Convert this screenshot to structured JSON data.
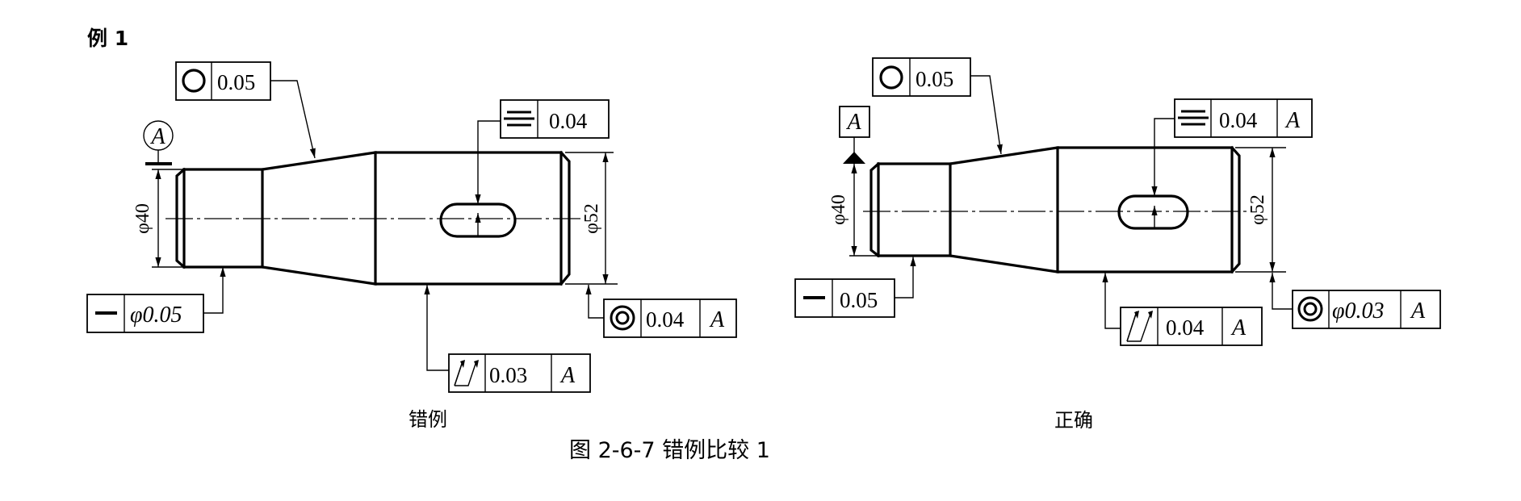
{
  "example_label": "例 1",
  "caption": "图 2-6-7   错例比较 1",
  "wrong": {
    "label": "错例",
    "datum_letter": "A",
    "dim_small": "φ40",
    "dim_large": "φ52",
    "frames": {
      "roundness": {
        "symbol": "roundness-icon",
        "tolerance": "0.05"
      },
      "symmetry": {
        "symbol": "symmetry-icon",
        "tolerance": "0.04"
      },
      "straightness": {
        "symbol": "straightness-icon",
        "tolerance": "φ0.05"
      },
      "concentricity": {
        "symbol": "concentricity-icon",
        "tolerance": "0.04",
        "datum": "A"
      },
      "runout": {
        "symbol": "total-runout-icon",
        "tolerance": "0.03",
        "datum": "A"
      }
    }
  },
  "correct": {
    "label": "正确",
    "datum_letter": "A",
    "dim_small": "φ40",
    "dim_large": "φ52",
    "frames": {
      "roundness": {
        "symbol": "roundness-icon",
        "tolerance": "0.05"
      },
      "symmetry": {
        "symbol": "symmetry-icon",
        "tolerance": "0.04",
        "datum": "A"
      },
      "straightness": {
        "symbol": "straightness-icon",
        "tolerance": "0.05"
      },
      "runout": {
        "symbol": "total-runout-icon",
        "tolerance": "0.04",
        "datum": "A"
      },
      "concentricity": {
        "symbol": "concentricity-icon",
        "tolerance": "φ0.03",
        "datum": "A"
      }
    }
  }
}
